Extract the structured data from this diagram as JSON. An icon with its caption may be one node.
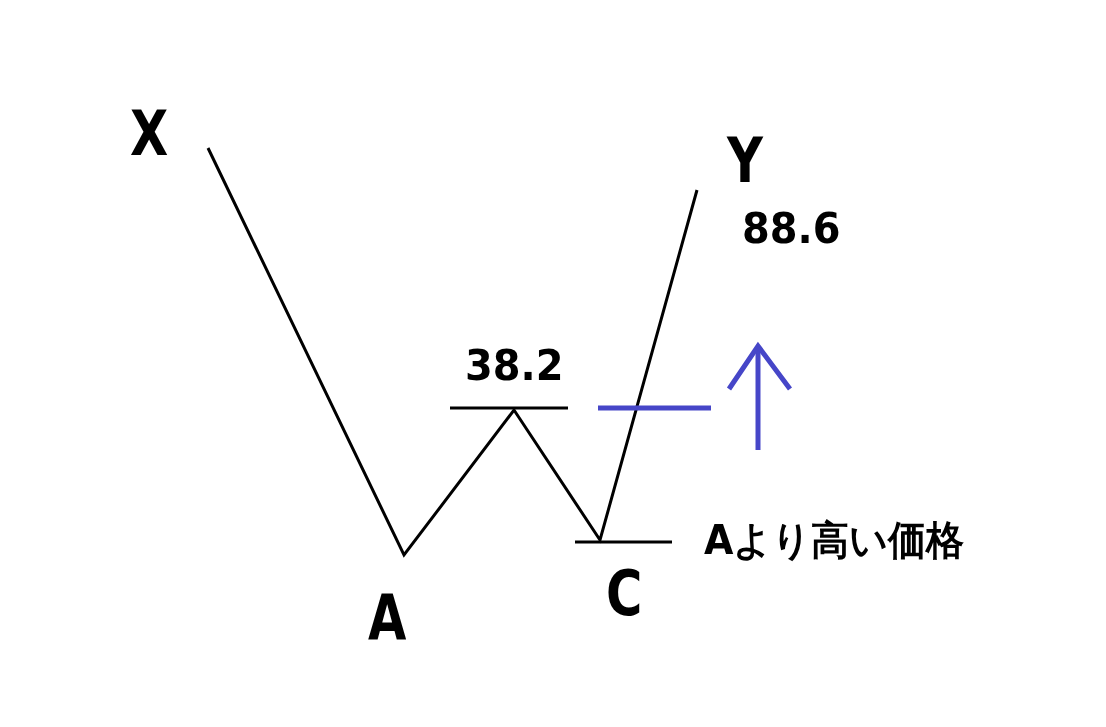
{
  "diagram": {
    "labels": [
      "X",
      "Y",
      "88.6",
      "38.2",
      "Aより高い価格",
      "A",
      "C"
    ]
  }
}
